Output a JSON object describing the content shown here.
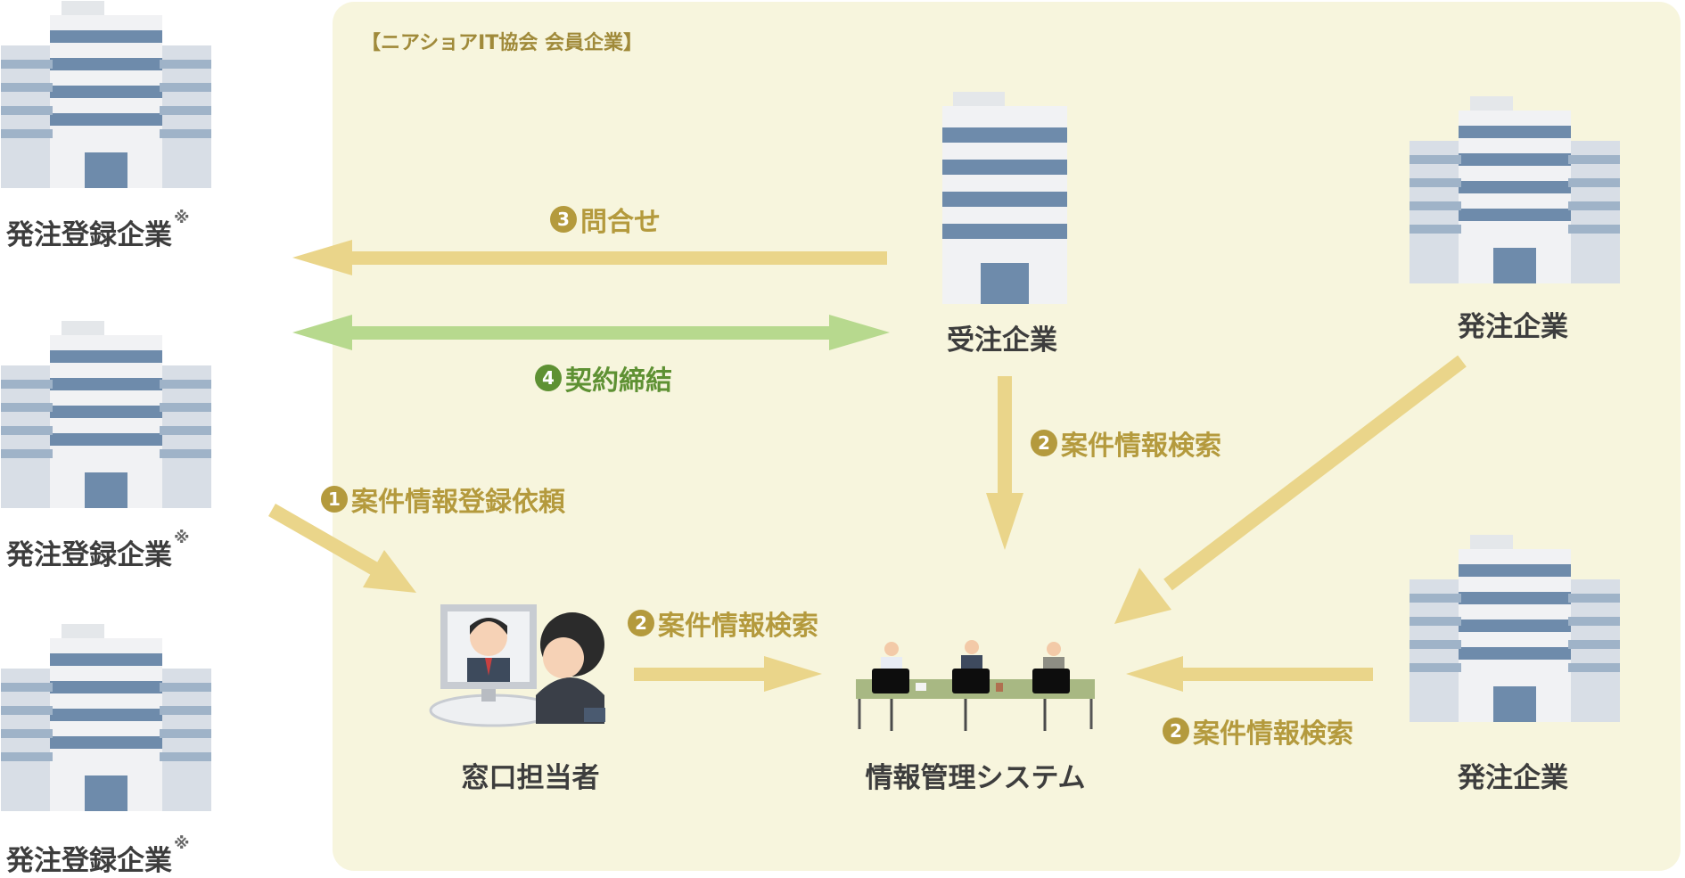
{
  "panel_title": "【ニアショアIT協会 会員企業】",
  "left_companies": [
    {
      "label": "発注登録企業",
      "note": "※"
    },
    {
      "label": "発注登録企業",
      "note": "※"
    },
    {
      "label": "発注登録企業",
      "note": "※"
    }
  ],
  "contractor": {
    "label": "受注企業"
  },
  "ordering_top": {
    "label": "発注企業"
  },
  "ordering_bottom": {
    "label": "発注企業"
  },
  "window_staff": {
    "label": "窓口担当者"
  },
  "info_system": {
    "label": "情報管理システム"
  },
  "steps": {
    "inquiry": {
      "num": "3",
      "text": "問合せ"
    },
    "contract": {
      "num": "4",
      "text": "契約締結"
    },
    "register": {
      "num": "1",
      "text": "案件情報登録依頼"
    },
    "search_contractor": {
      "num": "2",
      "text": "案件情報検索"
    },
    "search_window": {
      "num": "2",
      "text": "案件情報検索"
    },
    "search_ordering": {
      "num": "2",
      "text": "案件情報検索"
    }
  },
  "colors": {
    "panel": "#f7f5dd",
    "gold_arrow": "#ead58a",
    "green_arrow": "#b7d98e",
    "gold_text": "#b49a3d",
    "green_text": "#5e9133",
    "building_stripe": "#6e8bab"
  },
  "icons": [
    "building-icon",
    "video-call-icon",
    "office-workers-icon"
  ]
}
